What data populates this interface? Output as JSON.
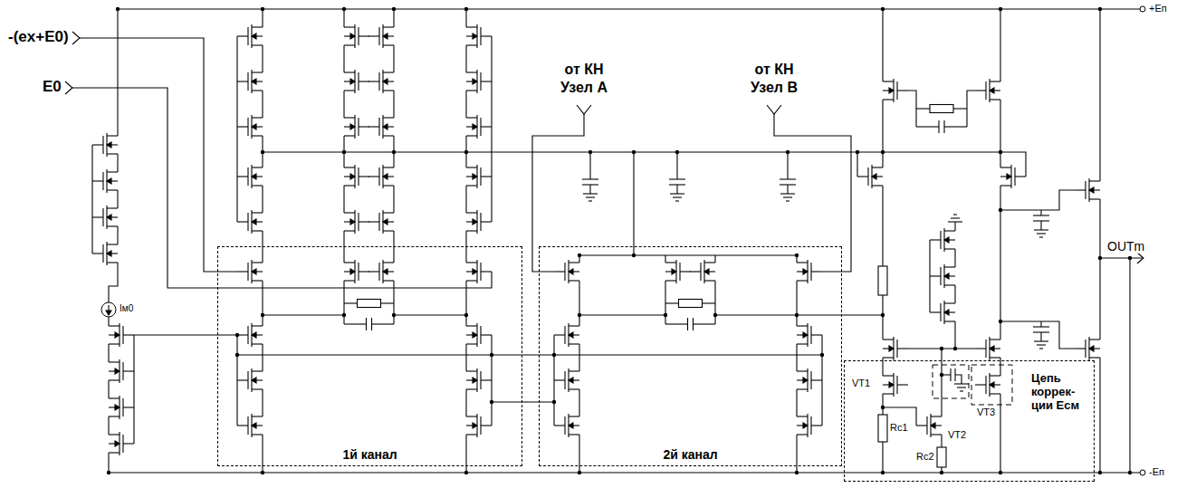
{
  "diagram": {
    "nodes": [
      {
        "text": [
          "1й канал"
        ]
      },
      {
        "text": [
          "2й канал"
        ]
      },
      {
        "text": [
          "Цепь коррек- ции Eсм"
        ]
      }
    ],
    "labels": [
      "-(ex+E0)",
      "E0",
      "от КН",
      "Узел А",
      "от КН",
      "Узел В",
      "+Eп",
      "-Eп",
      "OUTm",
      "Iм0",
      "VT1",
      "VT2",
      "VT3",
      "Rc1",
      "Rc2"
    ]
  }
}
